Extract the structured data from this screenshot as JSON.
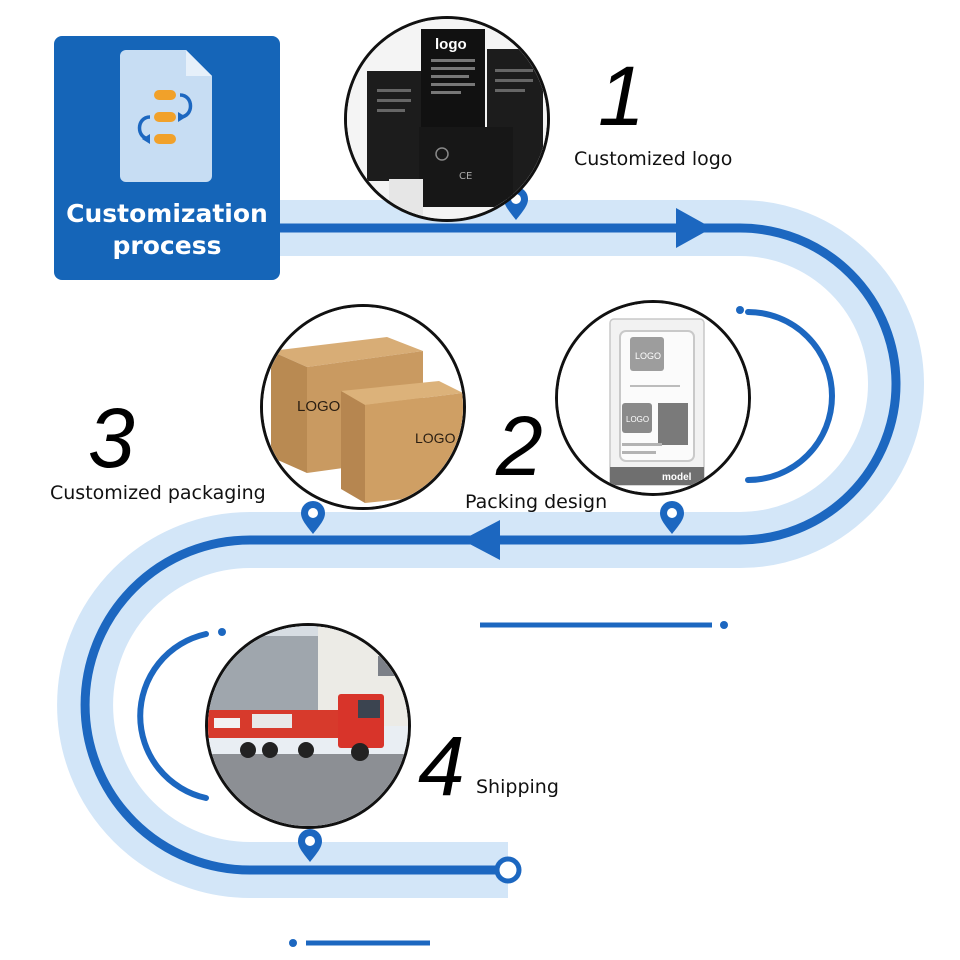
{
  "title": {
    "line1": "Customization",
    "line2": "process",
    "icon": "document-flow-icon"
  },
  "steps": [
    {
      "number": "1",
      "caption": "Customized logo",
      "image": "battery-labels-photo",
      "print": "logo"
    },
    {
      "number": "2",
      "caption": "Packing design",
      "image": "retail-box-photo",
      "print": "LOGO",
      "print2": "model"
    },
    {
      "number": "3",
      "caption": "Customized packaging",
      "image": "carton-boxes-photo",
      "print": "LOGO"
    },
    {
      "number": "4",
      "caption": "Shipping",
      "image": "truck-photo"
    }
  ],
  "colors": {
    "path_dark": "#1c67c0",
    "path_light": "#cfe4f7",
    "card": "#1565b8",
    "pin": "#1c67c0"
  }
}
